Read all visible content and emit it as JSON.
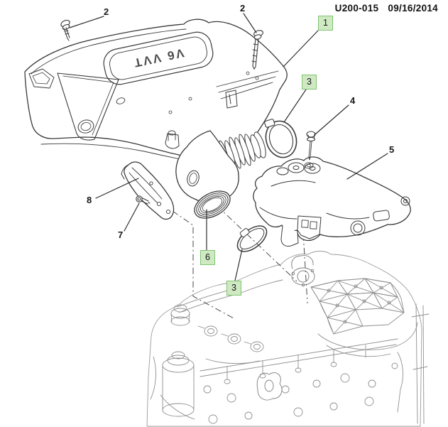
{
  "header": {
    "doc_id": "U200-015",
    "date": "09/16/2014"
  },
  "cover_badge": "V6 VVT",
  "callouts": [
    {
      "label": "2",
      "style": "plain"
    },
    {
      "label": "2",
      "style": "plain"
    },
    {
      "label": "1",
      "style": "boxed"
    },
    {
      "label": "3",
      "style": "boxed"
    },
    {
      "label": "4",
      "style": "plain"
    },
    {
      "label": "5",
      "style": "plain"
    },
    {
      "label": "8",
      "style": "plain"
    },
    {
      "label": "7",
      "style": "plain"
    },
    {
      "label": "6",
      "style": "boxed"
    },
    {
      "label": "3",
      "style": "boxed"
    }
  ],
  "colors": {
    "background": "#ffffff",
    "part_line": "#3a3a3a",
    "engine_line": "#8f8f8f",
    "callout_box_fill": "#cfe9c2",
    "callout_box_border": "#7fc472",
    "callout_text": "#161616"
  }
}
